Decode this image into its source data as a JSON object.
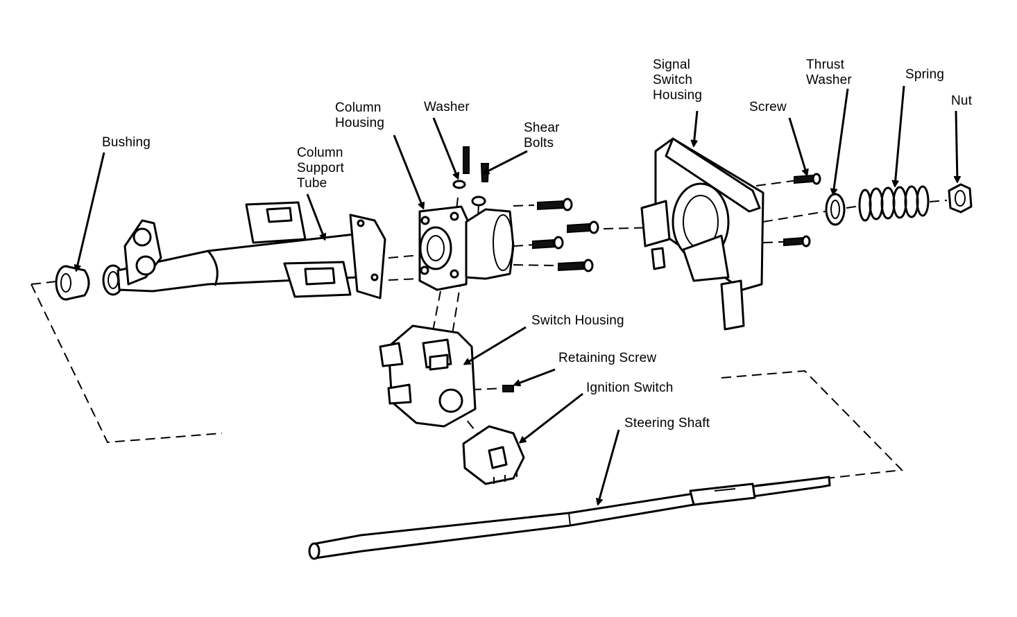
{
  "labels": {
    "bushing": "Bushing",
    "column_support_tube": "Column\nSupport\nTube",
    "column_housing": "Column\nHousing",
    "washer": "Washer",
    "shear_bolts": "Shear\nBolts",
    "signal_switch_housing": "Signal\nSwitch\nHousing",
    "screw": "Screw",
    "thrust_washer": "Thrust\nWasher",
    "spring": "Spring",
    "nut": "Nut",
    "switch_housing": "Switch Housing",
    "retaining_screw": "Retaining Screw",
    "ignition_switch": "Ignition Switch",
    "steering_shaft": "Steering Shaft"
  }
}
